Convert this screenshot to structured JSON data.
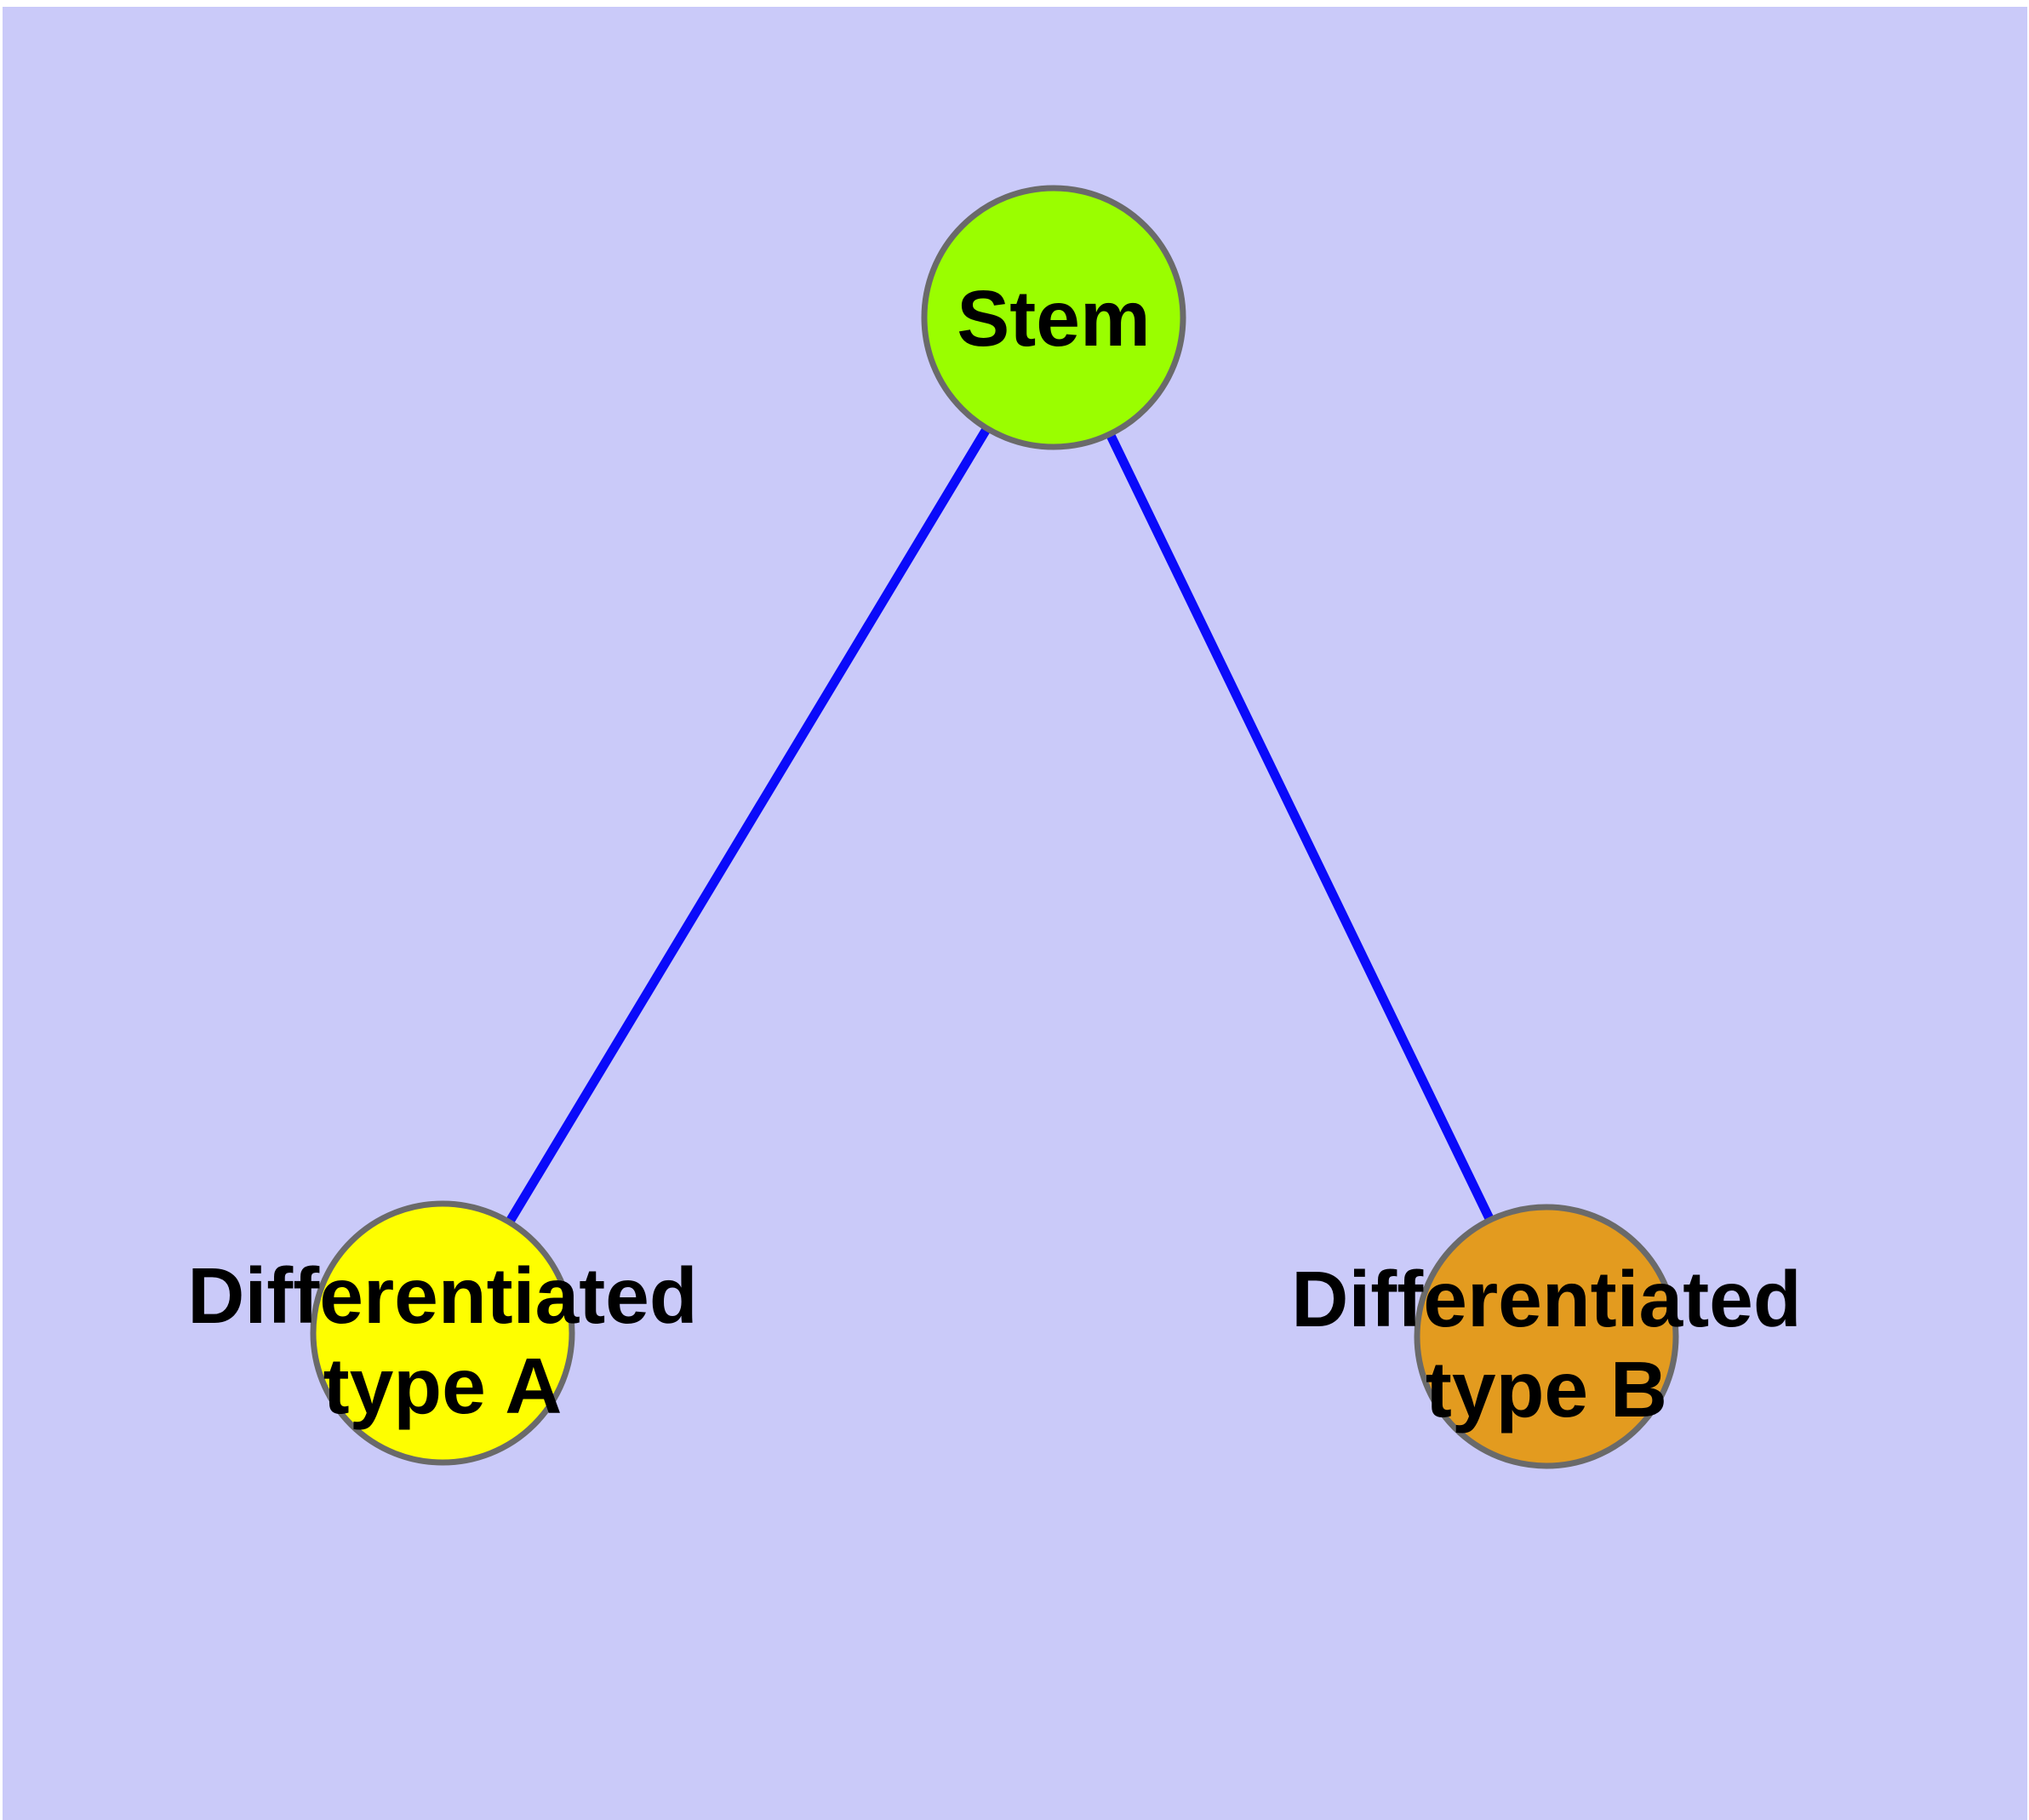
{
  "canvas": {
    "background_color": "#cacaf9",
    "margin_color": "#ffffff"
  },
  "styles": {
    "node_border_color": "#6a6a6a",
    "edge_color": "#0a0afa",
    "label_color": "#000000"
  },
  "nodes": {
    "stem": {
      "label": "Stem",
      "fill": "#9afe00"
    },
    "type_a": {
      "label_line1": "Differentiated",
      "label_line2": "type A",
      "fill": "#fefe00"
    },
    "type_b": {
      "label_line1": "Differentiated",
      "label_line2": "type B",
      "fill": "#e39b1f"
    }
  }
}
